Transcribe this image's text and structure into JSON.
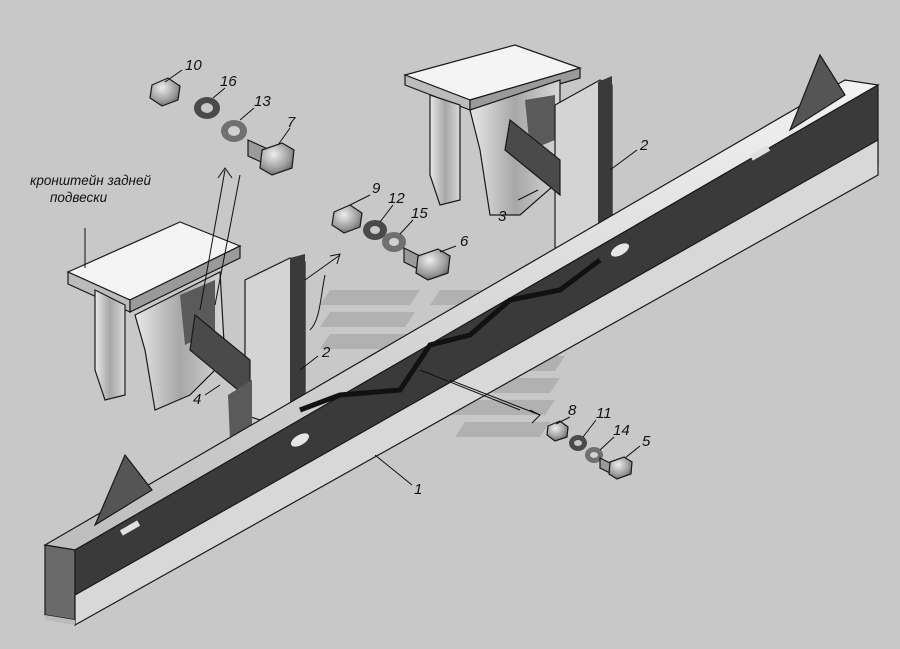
{
  "caption": {
    "line1": "кронштейн задней",
    "line2": "подвески"
  },
  "callouts": {
    "p1": "1",
    "p2a": "2",
    "p2b": "2",
    "p3": "3",
    "p4": "4",
    "p5": "5",
    "p6": "6",
    "p7": "7",
    "p8": "8",
    "p9": "9",
    "p10": "10",
    "p11": "11",
    "p12": "12",
    "p13": "13",
    "p14": "14",
    "p15": "15",
    "p16": "16"
  },
  "colors": {
    "background": "#c8c8c8",
    "steel_dark": "#3a3a3a",
    "steel_mid": "#8a8a8a",
    "steel_light": "#e6e6e6",
    "watermark": "#9a9a9a"
  }
}
